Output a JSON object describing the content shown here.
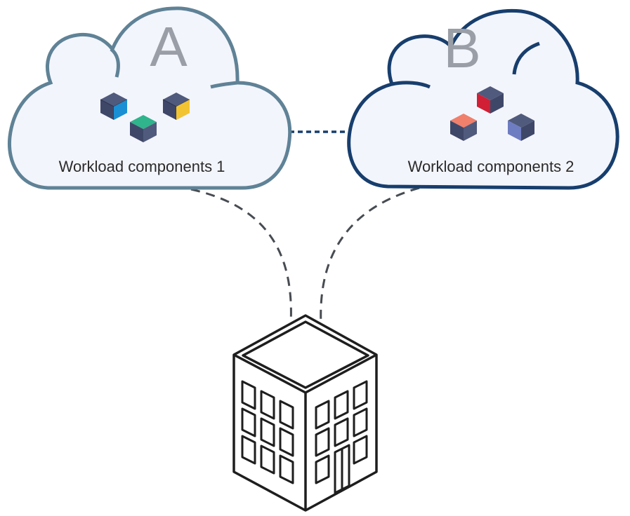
{
  "cloud_a": {
    "letter": "A",
    "caption": "Workload components 1",
    "outline_color": "#5f8296",
    "fill_color": "#f3f5fc",
    "cube_colors": [
      "#1a8fd4",
      "#2fb48c",
      "#f2c431"
    ]
  },
  "cloud_b": {
    "letter": "B",
    "caption": "Workload components 2",
    "outline_color": "#173e6d",
    "fill_color": "#f3f5fc",
    "cube_colors": [
      "#d11f35",
      "#f07f6c",
      "#6e7cc2"
    ]
  },
  "connections": {
    "cloud_link_color": "#173e6d",
    "building_link_color": "#474c52"
  },
  "building": {
    "icon": "office-building-icon"
  }
}
